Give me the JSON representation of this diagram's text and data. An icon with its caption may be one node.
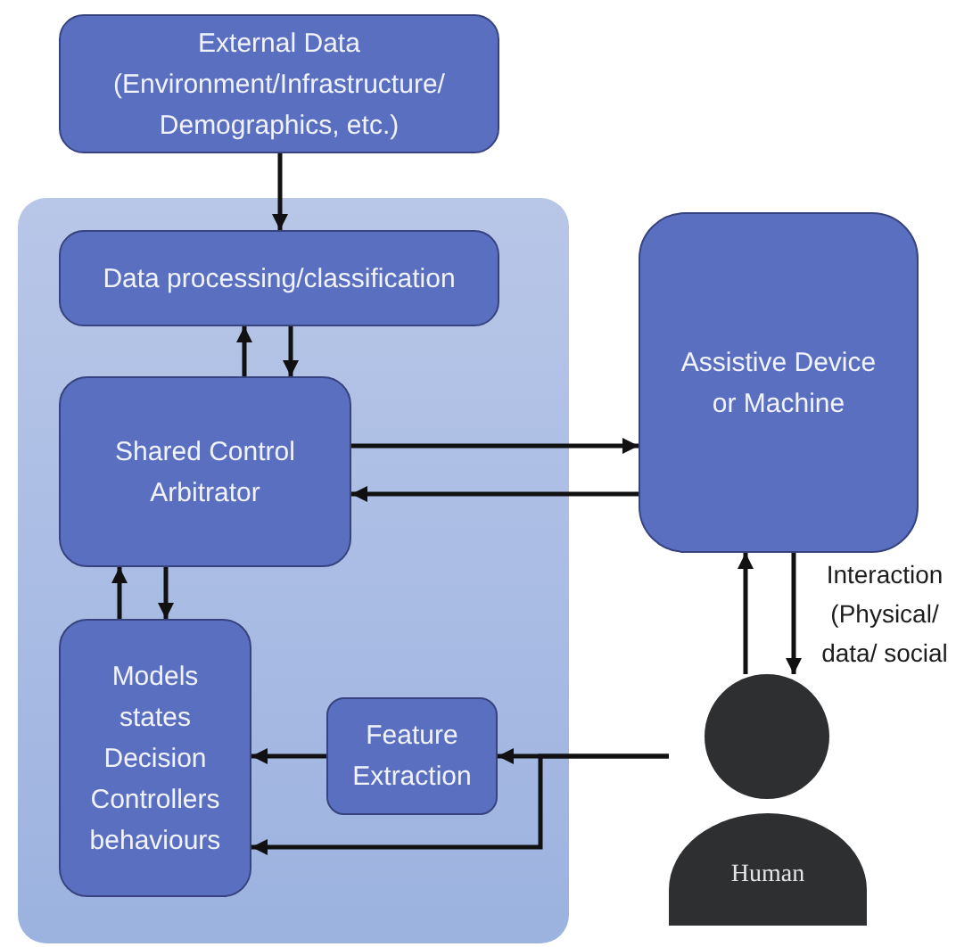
{
  "diagram": {
    "nodes": [
      {
        "text": [
          "External Data",
          "(Environment/Infrastructure/ Demographics, etc.)"
        ]
      },
      {
        "text": [],
        "shape": "box"
      },
      {
        "text": [
          "Data processing/classification"
        ],
        "in": 1
      },
      {
        "text": [
          "Shared Control Arbitrator"
        ],
        "in": 1
      },
      {
        "text": [
          "Models states Decision Controllers behaviours"
        ],
        "in": 1
      },
      {
        "text": [
          "Feature Extraction"
        ],
        "in": 1
      },
      {
        "text": [
          "Assistive Device or Machine"
        ]
      },
      {
        "text": [
          "Human"
        ]
      }
    ],
    "edges": [
      {
        "from": 0,
        "to": 2,
        "arrow": "to"
      },
      {
        "from": 3,
        "to": 2,
        "arrow": "to"
      },
      {
        "from": 2,
        "to": 3,
        "arrow": "to"
      },
      {
        "from": 3,
        "to": 6,
        "arrow": "to"
      },
      {
        "from": 6,
        "to": 3,
        "arrow": "to"
      },
      {
        "from": 4,
        "to": 3,
        "arrow": "to"
      },
      {
        "from": 3,
        "to": 4,
        "arrow": "to"
      },
      {
        "from": 5,
        "to": 4,
        "arrow": "to"
      },
      {
        "from": 7,
        "to": 5,
        "arrow": "to"
      },
      {
        "from": 7,
        "to": 4,
        "arrow": "to"
      },
      {
        "from": 7,
        "to": 6,
        "arrow": "to"
      },
      {
        "from": 6,
        "to": 7,
        "arrow": "to"
      }
    ],
    "labels": [
      "Interaction (Physical/ data/ social"
    ]
  }
}
